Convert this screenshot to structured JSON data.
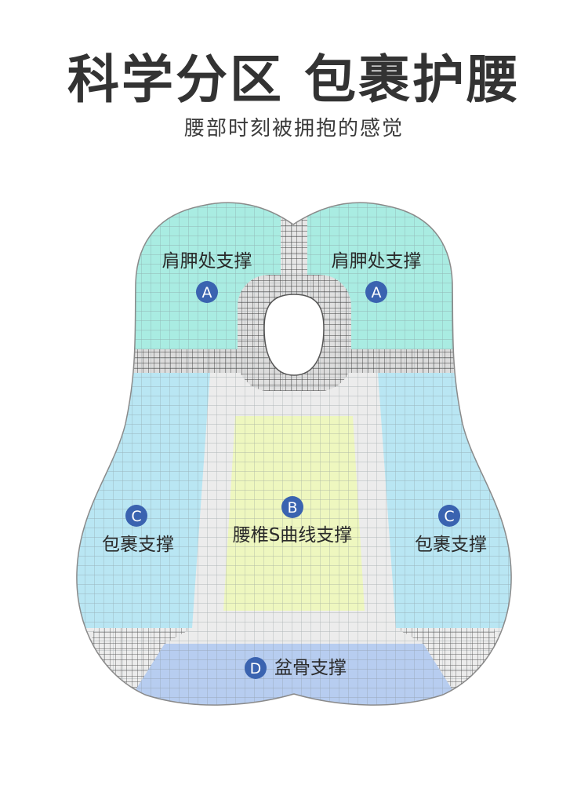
{
  "header": {
    "title": "科学分区 包裹护腰",
    "subtitle": "腰部时刻被拥抱的感觉"
  },
  "zones": {
    "a_left": {
      "letter": "A",
      "label": "肩胛处支撑"
    },
    "a_right": {
      "letter": "A",
      "label": "肩胛处支撑"
    },
    "b": {
      "letter": "B",
      "label": "腰椎S曲线支撑"
    },
    "c_left": {
      "letter": "C",
      "label": "包裹支撑"
    },
    "c_right": {
      "letter": "C",
      "label": "包裹支撑"
    },
    "d": {
      "letter": "D",
      "label": "盆骨支撑"
    }
  },
  "colors": {
    "zone_a": "#a9ece2",
    "zone_b": "#eef7bf",
    "zone_c": "#b9e6f3",
    "zone_d": "#b7cdf0",
    "frame": "#ececec",
    "badge": "#3a63b0"
  }
}
